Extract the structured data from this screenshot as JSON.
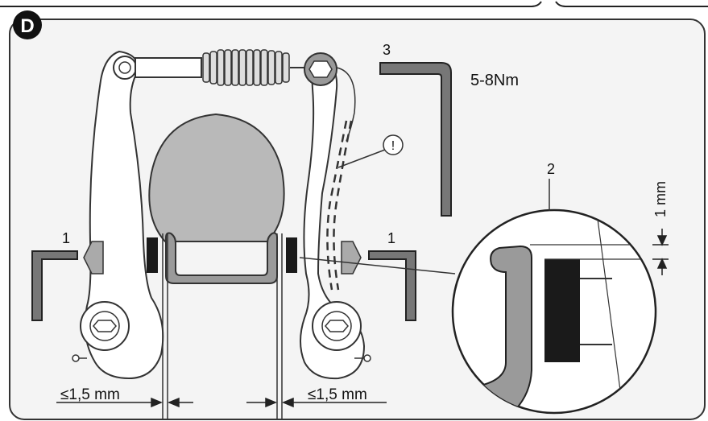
{
  "step_badge": "D",
  "labels": {
    "hex_key_3": "3",
    "torque": "5-8Nm",
    "warning": "!",
    "hex_key_left": "1",
    "hex_key_right": "1",
    "detail_callout": "2",
    "pad_gap": "1 mm",
    "clearance_left": "≤1,5 mm",
    "clearance_right": "≤1,5 mm"
  },
  "colors": {
    "panel_fill": "#f4f4f4",
    "outline": "#222222",
    "tire_fill": "#b9b9b9",
    "rim_fill": "#9a9a9a",
    "pad_fill": "#1a1a1a",
    "badge_fill": "#111111"
  }
}
